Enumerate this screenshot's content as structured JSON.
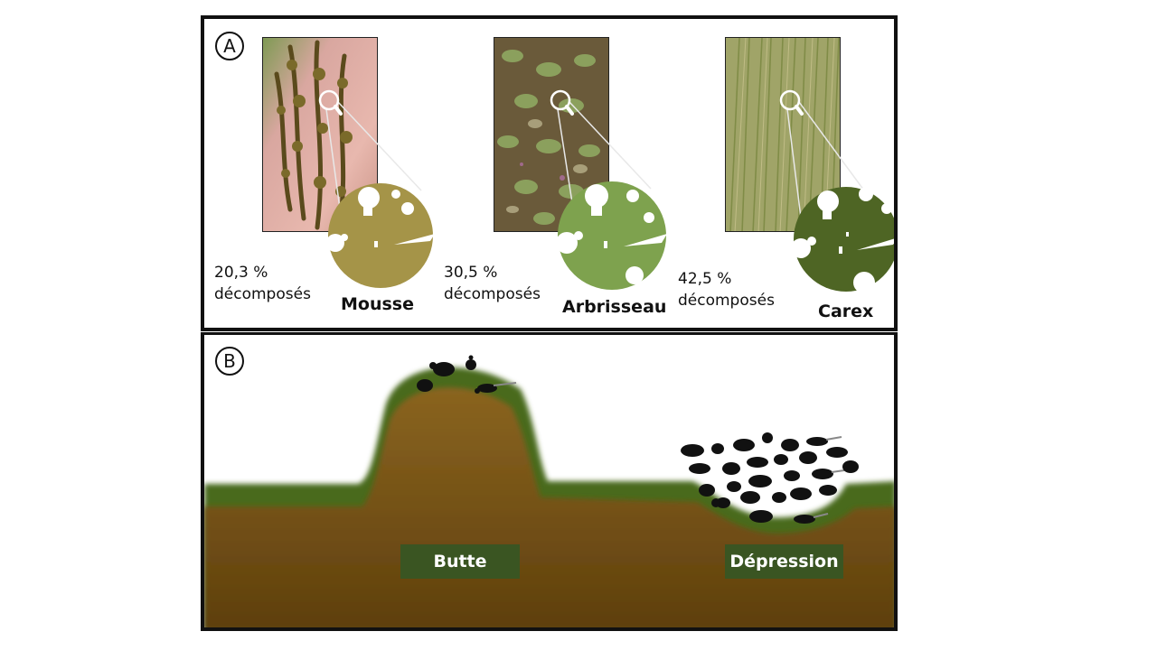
{
  "panel_a": {
    "letter": "A",
    "plants": [
      {
        "percent": "20,3 %",
        "suffix": "décomposés",
        "label": "Mousse",
        "disc_color": "#a59448"
      },
      {
        "percent": "30,5 %",
        "suffix": "décomposés",
        "label": "Arbrisseau",
        "disc_color": "#7ea24e"
      },
      {
        "percent": "42,5 %",
        "suffix": "décomposés",
        "label": "Carex",
        "disc_color": "#4e6524"
      }
    ]
  },
  "panel_b": {
    "letter": "B",
    "labels": {
      "hummock": "Butte",
      "hollow": "Dépression"
    },
    "colors": {
      "soil": "#7a5618",
      "moss": "#4a6a1e",
      "label_bg": "#3a5522"
    }
  }
}
